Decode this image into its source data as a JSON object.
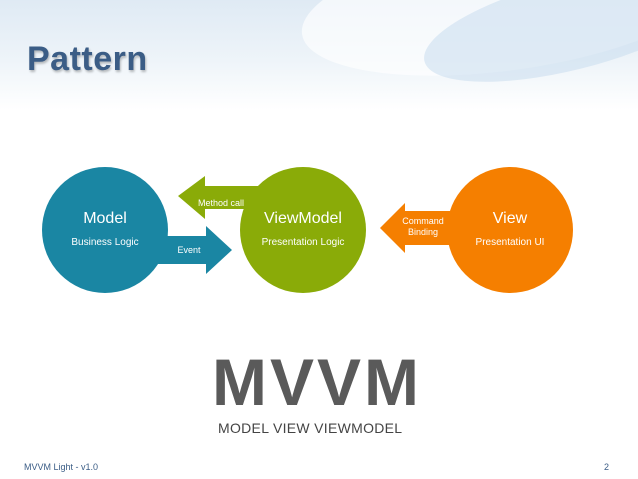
{
  "slide": {
    "title": "Pattern",
    "footer_left": "MVVM Light - v1.0",
    "page_number": "2"
  },
  "nodes": {
    "model": {
      "title": "Model",
      "subtitle": "Business Logic",
      "color": "#1a86a3"
    },
    "viewmodel": {
      "title": "ViewModel",
      "subtitle": "Presentation Logic",
      "color": "#8aab08"
    },
    "view": {
      "title": "View",
      "subtitle": "Presentation UI",
      "color": "#f57f00"
    }
  },
  "connectors": {
    "method_call": "Method call",
    "event": "Event",
    "command_binding_line1": "Command",
    "command_binding_line2": "Binding"
  },
  "banner": {
    "acronym": "MVVM",
    "expansion": "MODEL VIEW VIEWMODEL"
  }
}
